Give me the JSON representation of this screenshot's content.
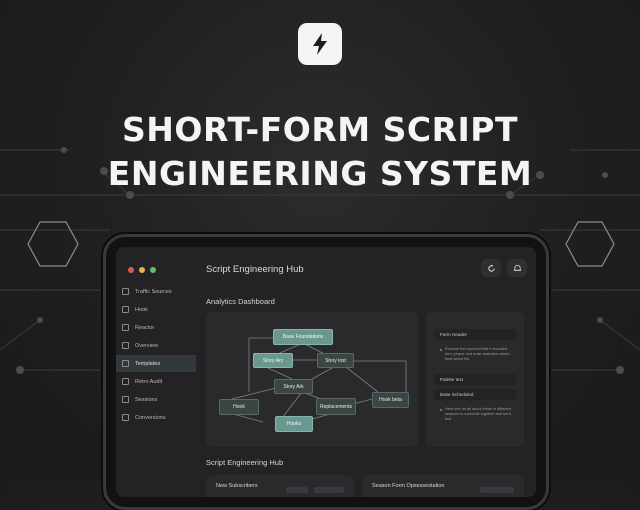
{
  "headline": {
    "line1": "SHORT-FORM SCRIPT",
    "line2": "ENGINEERING SYSTEM"
  },
  "logo_icon": "lightning-bolt-icon",
  "app": {
    "title": "Script Engineering Hub",
    "window_dot_colors": [
      "#e0594e",
      "#e7b34a",
      "#5ec15a"
    ],
    "header_buttons": [
      {
        "name": "refresh-button",
        "icon": "refresh-icon"
      },
      {
        "name": "notifications-button",
        "icon": "bell-icon"
      }
    ]
  },
  "sidebar": {
    "items": [
      {
        "label": "Traffic Sources",
        "active": false
      },
      {
        "label": "Hook",
        "active": false
      },
      {
        "label": "Reactor",
        "active": false
      },
      {
        "label": "Overview",
        "active": false
      },
      {
        "label": "Templates",
        "active": true
      },
      {
        "label": "Retro Audit",
        "active": false
      },
      {
        "label": "Sessions",
        "active": false
      },
      {
        "label": "Conversions",
        "active": false
      }
    ]
  },
  "dashboard": {
    "title": "Analytics Dashboard",
    "flow_nodes": [
      {
        "label": "Base Foundations",
        "style": "teal"
      },
      {
        "label": "Story Arc",
        "style": "teal"
      },
      {
        "label": "Story lost",
        "style": "dark"
      },
      {
        "label": "Story Ark",
        "style": "dark"
      },
      {
        "label": "Hook",
        "style": "dark"
      },
      {
        "label": "Replacements",
        "style": "dark"
      },
      {
        "label": "Hook beta",
        "style": "dark"
      },
      {
        "label": "Hooks",
        "style": "teal"
      }
    ],
    "side_panel": {
      "header1": "Form Header",
      "text1": "Remove the reported that it recorded form proper and order activated where best select the",
      "header2": "Palette text",
      "header3": "Base Scheduled",
      "text2": "Here one for all about these of different seasons to conclude together and set it text"
    }
  },
  "lower": {
    "title": "Script Engineering Hub",
    "card1_label": "New Subscribers",
    "card2_label": "Season Form Opsessestation"
  }
}
